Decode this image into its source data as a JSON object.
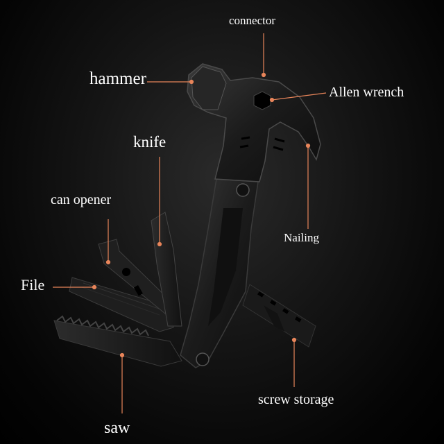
{
  "labels": {
    "connector": "connector",
    "hammer": "hammer",
    "allen_wrench": "Allen wrench",
    "knife": "knife",
    "can_opener": "can opener",
    "nailing": "Nailing",
    "file": "File",
    "screw_storage": "screw storage",
    "saw": "saw"
  },
  "colors": {
    "background": "#000000",
    "callout_line": "#e8855a",
    "label_text": "#ffffff",
    "tool_body": "#1c1c1c"
  }
}
